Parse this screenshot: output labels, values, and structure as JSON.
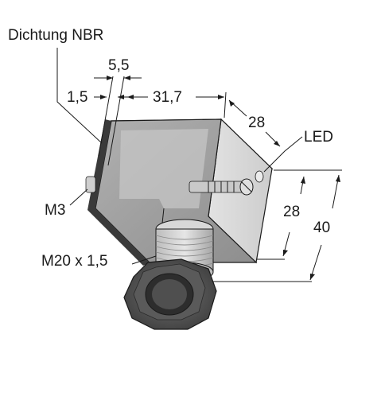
{
  "labels": {
    "seal": "Dichtung NBR",
    "dim_5_5": "5,5",
    "dim_1_5": "1,5",
    "dim_31_7": "31,7",
    "dim_28_top": "28",
    "led": "LED",
    "screw": "M3",
    "dim_28_right": "28",
    "dim_40": "40",
    "thread": "M20 x 1,5"
  },
  "colors": {
    "housing_front": "#bdbdbd",
    "housing_side": "#d9d9d9",
    "housing_top": "#cfcfcf",
    "seal": "#3a3a3a",
    "nut": "#4a4a4a",
    "lines": "#1a1a1a"
  }
}
